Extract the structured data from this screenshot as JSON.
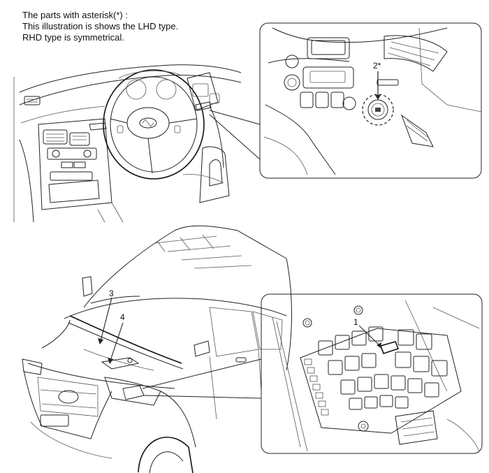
{
  "note": {
    "line1": "The parts with asterisk(*) :",
    "line2": "This illustration is shows the LHD type.",
    "line3": "RHD type is symmetrical."
  },
  "callouts": {
    "c1": "1",
    "c2": "2*",
    "c3": "3",
    "c4": "4"
  }
}
